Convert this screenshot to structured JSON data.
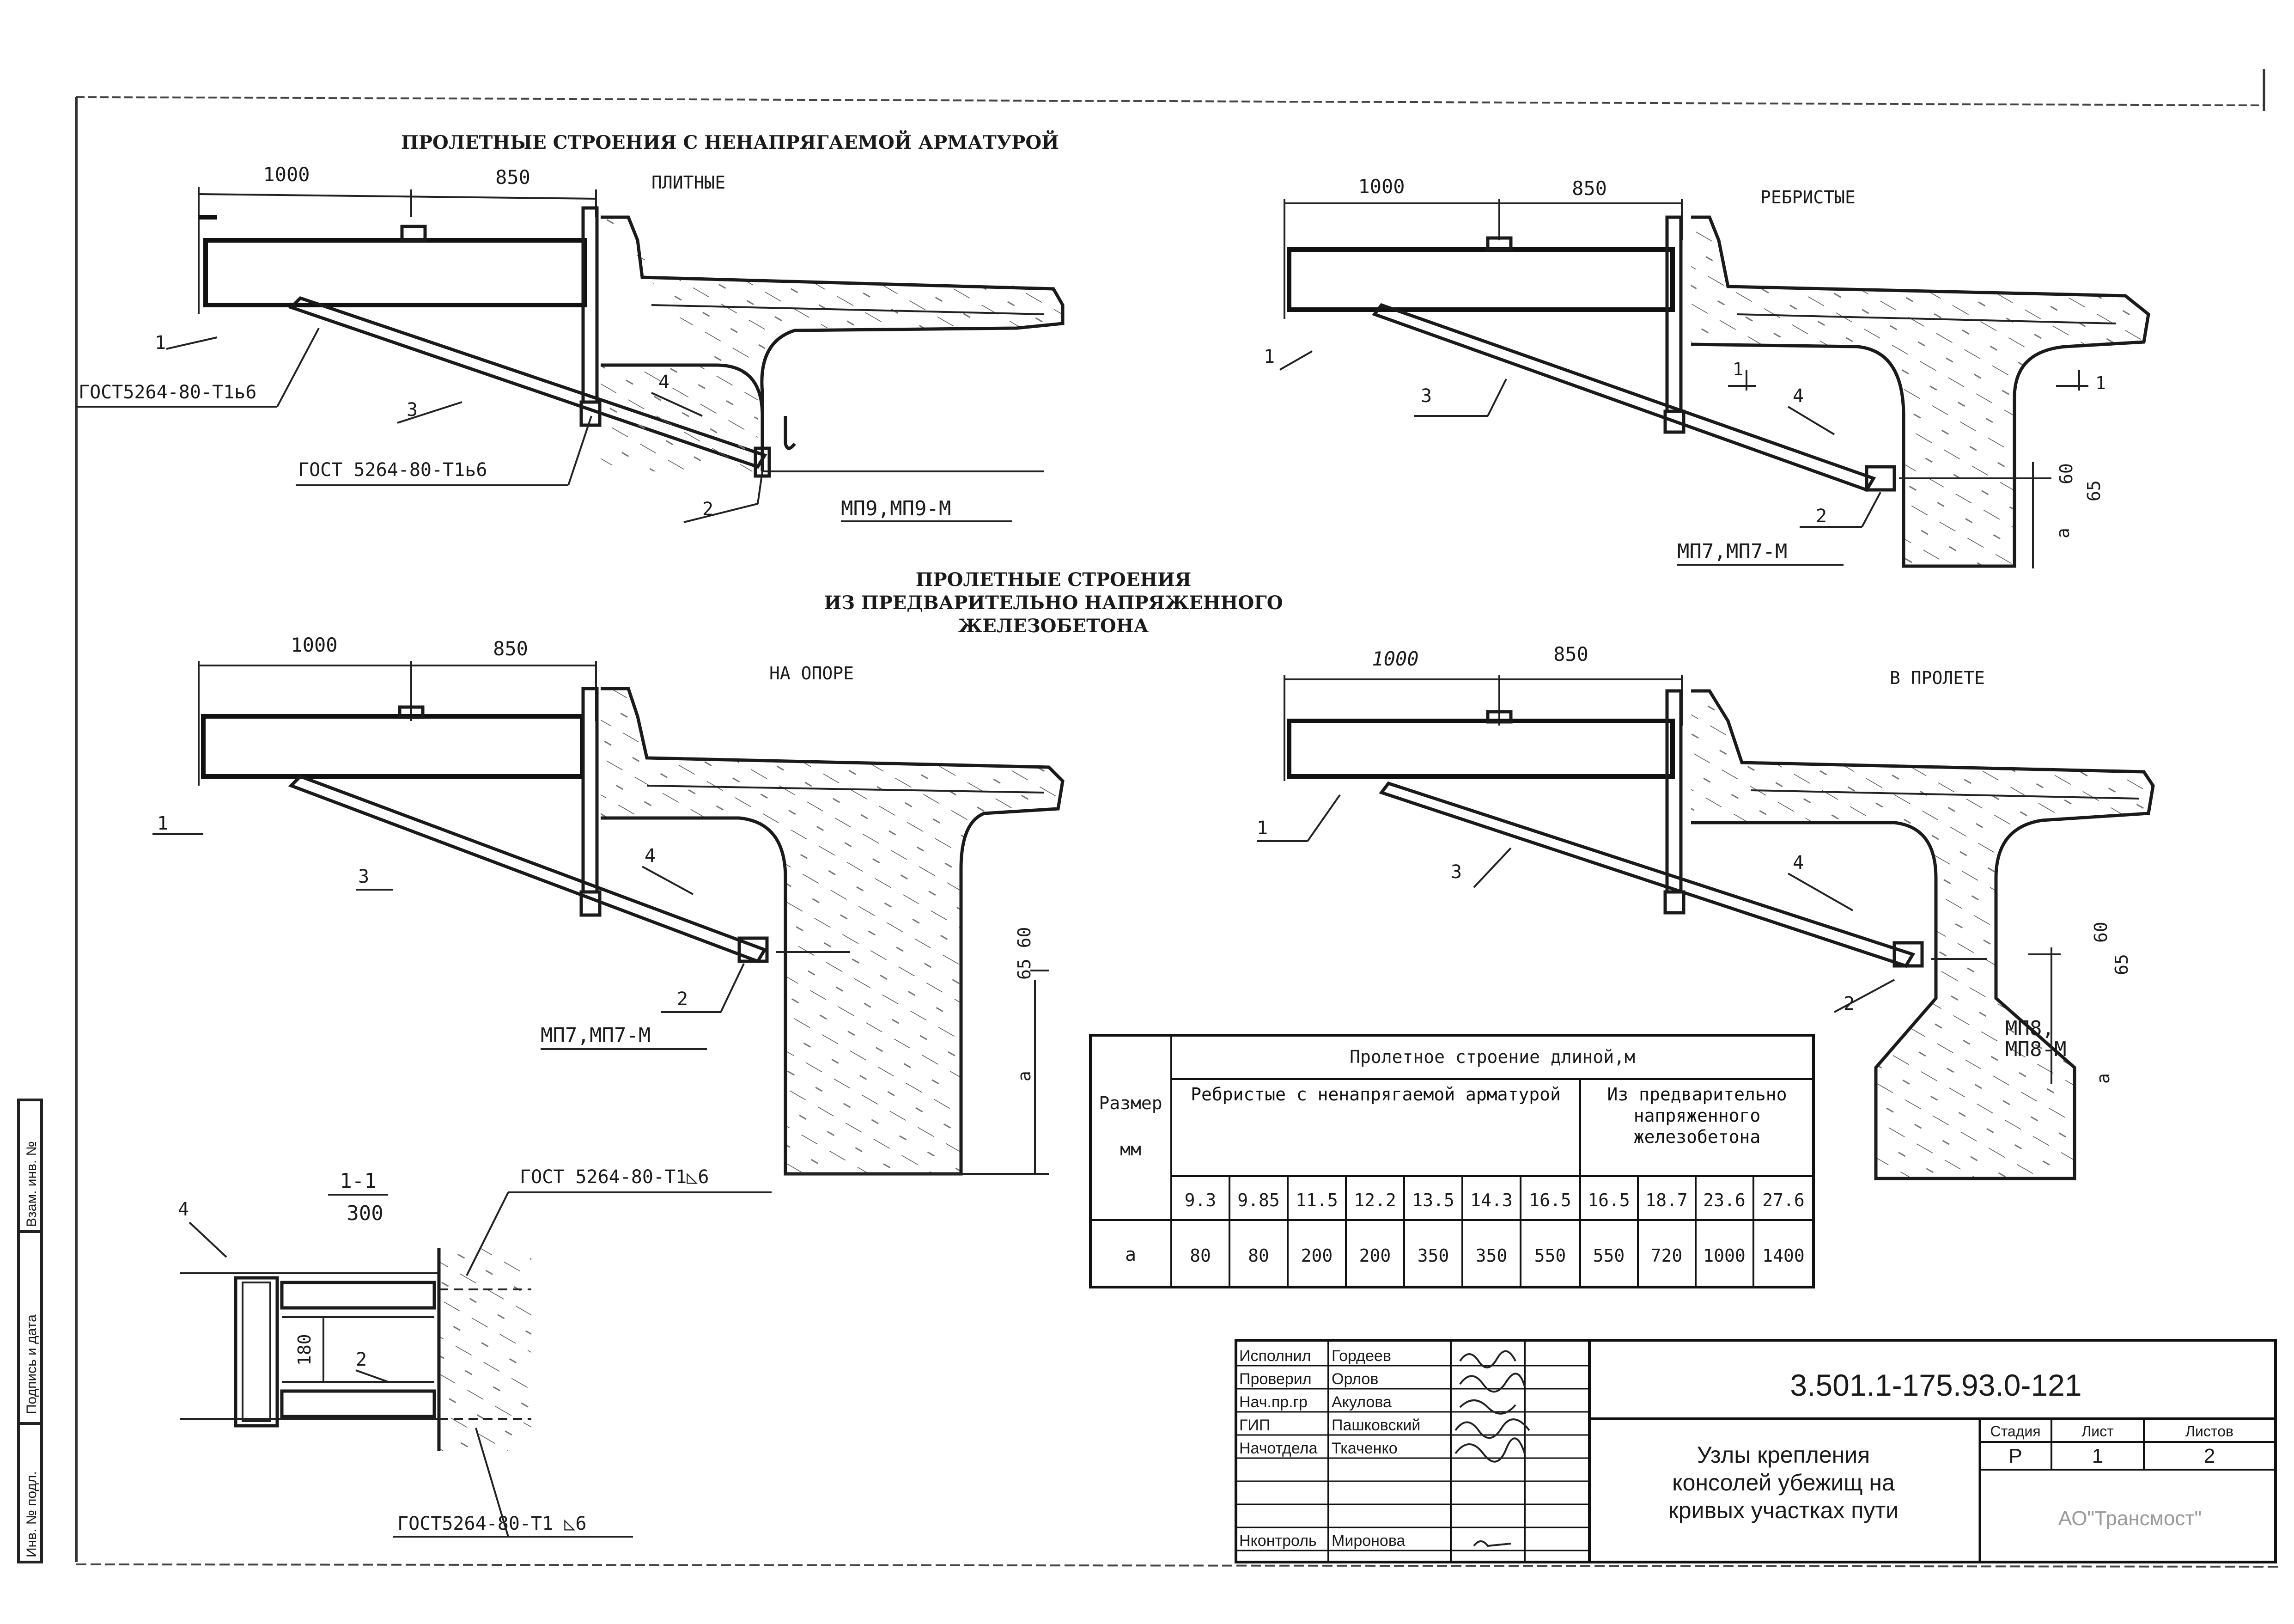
{
  "headings": {
    "non_prestressed": "ПРОЛЕТНЫЕ СТРОЕНИЯ С НЕНАПРЯГАЕМОЙ АРМАТУРОЙ",
    "prestressed_line1": "ПРОЛЕТНЫЕ СТРОЕНИЯ",
    "prestressed_line2": "ИЗ ПРЕДВАРИТЕЛЬНО НАПРЯЖЕННОГО",
    "prestressed_line3": "ЖЕЛЕЗОБЕТОНА"
  },
  "views": {
    "slab": {
      "title": "ПЛИТНЫЕ",
      "dim1": "1000",
      "dim2": "850",
      "callout1": "1",
      "callout2": "2",
      "callout3": "3",
      "callout4": "4",
      "gost_a": "ГОСТ5264-80-Т1ь6",
      "gost_b": "ГОСТ 5264-80-Т1ь6",
      "beam_mark": "МП9,МП9-М"
    },
    "ribbed": {
      "title": "РЕБРИСТЫЕ",
      "dim1": "1000",
      "dim2": "850",
      "callout1": "1",
      "callout2": "2",
      "callout3": "3",
      "callout4": "4",
      "section_left": "1",
      "section_right": "1",
      "dim_60": "60",
      "dim_65": "65",
      "dim_a": "а",
      "beam_mark": "МП7,МП7-М"
    },
    "support": {
      "title": "НА ОПОРЕ",
      "dim1": "1000",
      "dim2": "850",
      "callout1": "1",
      "callout2": "2",
      "callout3": "3",
      "callout4": "4",
      "dim_60": "65 60",
      "dim_a": "а",
      "beam_mark": "МП7,МП7-М"
    },
    "span": {
      "title": "В ПРОЛЕТЕ",
      "dim1": "1000",
      "dim2": "850",
      "callout1": "1",
      "callout2": "2",
      "callout3": "3",
      "callout4": "4",
      "dim_60": "60",
      "dim_65": "65",
      "dim_a": "а",
      "beam_mark_1": "МП8,",
      "beam_mark_2": "МП8-М"
    },
    "section": {
      "title": "1-1",
      "scale": "300",
      "callout4": "4",
      "callout2": "2",
      "dim_180": "180",
      "gost_top": "ГОСТ 5264-80-Т1◺6",
      "gost_bottom": "ГОСТ5264-80-Т1 ◺6"
    }
  },
  "table": {
    "header_main": "Пролетное строение длиной,м",
    "row_header_1": "Размер",
    "row_header_2": "мм",
    "group1": "Ребристые с ненапрягаемой арматурой",
    "group2": "Из предварительно напряженного железобетона",
    "spans": [
      "9.3",
      "9.85",
      "11.5",
      "12.2",
      "13.5",
      "14.3",
      "16.5",
      "16.5",
      "18.7",
      "23.6",
      "27.6"
    ],
    "row_label": "а",
    "values": [
      "80",
      "80",
      "200",
      "200",
      "350",
      "350",
      "550",
      "550",
      "720",
      "1000",
      "1400"
    ]
  },
  "title_block": {
    "roles": [
      "Исполнил",
      "Проверил",
      "Нач.пр.гр",
      "ГИП",
      "Начотдела",
      "",
      "Нконтроль"
    ],
    "names": [
      "Гордеев",
      "Орлов",
      "Акулова",
      "Пашковский",
      "Ткаченко",
      "",
      "Миронова"
    ],
    "doc_number": "3.501.1-175.93.0-121",
    "description_1": "Узлы крепления",
    "description_2": "консолей убежищ на",
    "description_3": "кривых участках пути",
    "stage_label": "Стадия",
    "sheet_label": "Лист",
    "sheets_label": "Листов",
    "stage": "Р",
    "sheet": "1",
    "sheets": "2",
    "organization": "АО\"Трансмост\""
  },
  "side_stamp": {
    "inv_no": "Взам. инв. №",
    "sign_date": "Подпись и дата",
    "inv_orig": "Инв. № подл."
  }
}
